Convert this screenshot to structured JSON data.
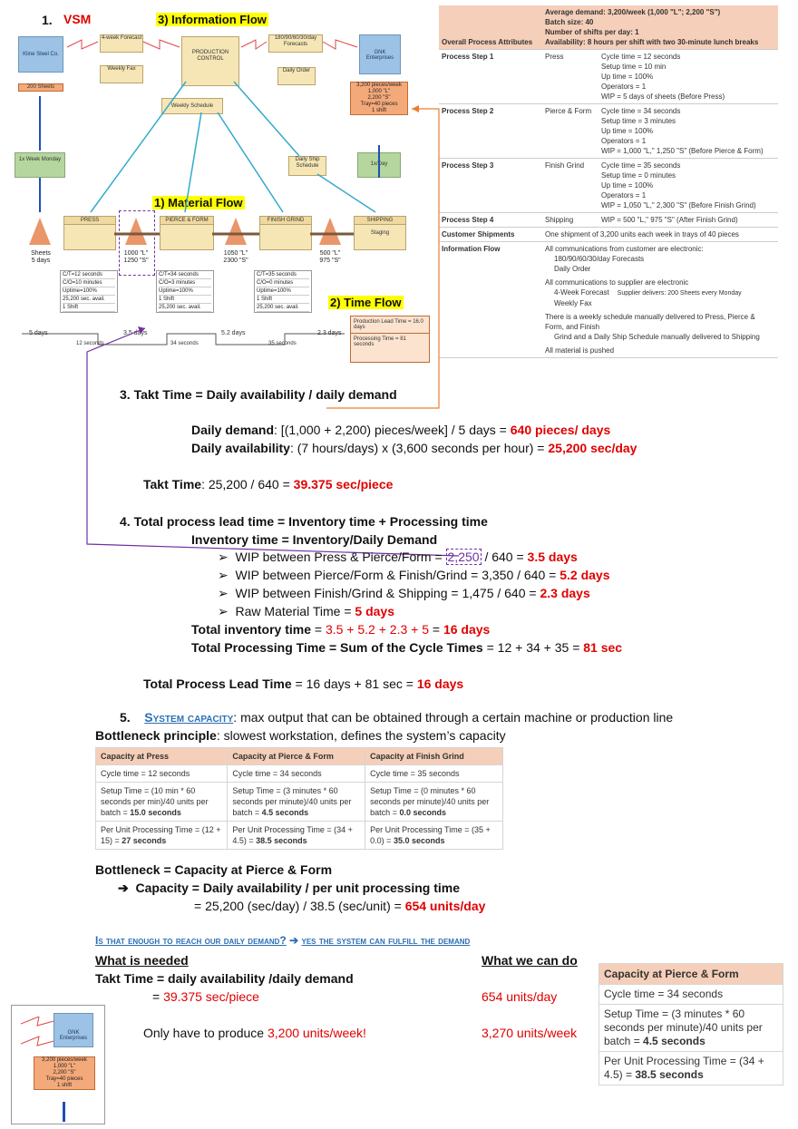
{
  "vsm": {
    "num1": "1.",
    "vsm_label": "VSM",
    "info_flow": "3)    Information Flow",
    "material_flow": "1)    Material Flow",
    "time_flow": "2)    Time Flow",
    "supplier": "Kline Steel Co.",
    "customer": "GNK Enterprises",
    "forecast4": "4-week Forecast",
    "weekly_fax": "Weekly Fax",
    "prod_control": "PRODUCTION CONTROL",
    "forecast180": "180/90/60/30/day Forecasts",
    "daily_order": "Daily Order",
    "weekly_schedule": "Weekly Schedule",
    "daily_ship": "Daily Ship Schedule",
    "sheets200": "200 Sheets",
    "truck1": "1x Week Monday",
    "truck2": "1x/Day",
    "customer_box": [
      "3,200 pieces/week",
      "1,000 \"L\"",
      "2,200 \"S\"",
      "Tray=40 pieces",
      "1 shift"
    ],
    "procs": [
      "PRESS",
      "PIERCE & FORM",
      "FINISH GRIND",
      "SHIPPING"
    ],
    "staging": "Staging",
    "inv": [
      "Sheets\n5 days",
      "1000 \"L\"\n1250 \"S\"",
      "1050 \"L\"\n2300 \"S\"",
      "500 \"L\"\n975 \"S\""
    ],
    "data1": [
      "C/T=12 seconds",
      "C/O=10 minutes",
      "Uptime=100%",
      "25,200 sec. avail.",
      "1 Shift"
    ],
    "data2": [
      "C/T=34 seconds",
      "C/O=3 minutes",
      "Uptime=100%",
      "1 Shift",
      "25,200 sec. avail."
    ],
    "data3": [
      "C/T=35 seconds",
      "C/O=0 minutes",
      "Uptime=100%",
      "1 Shift",
      "25,200 sec. avail."
    ],
    "timeline_days": [
      "5 days",
      "3.5 days",
      "5.2 days",
      "2.3 days"
    ],
    "timeline_secs": [
      "12 seconds",
      "34 seconds",
      "35 seconds"
    ],
    "plt_label": "Production Lead Time",
    "plt_value": "= 16.0 days",
    "pt_label": "Processing Time",
    "pt_value": "= 81 seconds"
  },
  "attributes": {
    "header_label": "Overall Process Attributes",
    "header_lines": [
      "Average demand: 3,200/week (1,000 \"L\"; 2,200 \"S\")",
      "Batch size: 40",
      "Number of shifts per day: 1",
      "Availability: 8 hours per shift with two 30-minute lunch breaks"
    ],
    "steps": [
      {
        "name": "Process Step 1",
        "op": "Press",
        "lines": [
          "Cycle time  =  12 seconds",
          "Setup time  =  10 min",
          "Up time  =  100%",
          "Operators  =  1",
          "WIP  =  5 days of sheets (Before Press)"
        ]
      },
      {
        "name": "Process Step 2",
        "op": "Pierce & Form",
        "lines": [
          "Cycle time  =  34 seconds",
          "Setup time  =  3 minutes",
          "Up time  =  100%",
          "Operators  =  1",
          "WIP  =  1,000 \"L,\" 1,250 \"S\" (Before Pierce & Form)"
        ]
      },
      {
        "name": "Process Step 3",
        "op": "Finish Grind",
        "lines": [
          "Cycle time  =  35 seconds",
          "Setup time  =  0 minutes",
          "Up time  =  100%",
          "Operators  =  1",
          "WIP  =  1,050 \"L,\" 2,300 \"S\" (Before Finish Grind)"
        ]
      },
      {
        "name": "Process Step 4",
        "op": "Shipping",
        "lines": [
          "WIP  =  500 \"L,\" 975 \"S\" (After Finish Grind)"
        ]
      }
    ],
    "customer_label": "Customer Shipments",
    "customer_text": "One shipment of 3,200 units each week in trays of 40 pieces",
    "info_label": "Information Flow",
    "info_lines": [
      "All communications from customer are electronic:",
      "180/90/60/30/day Forecasts",
      "Daily Order",
      "All communications to supplier are electronic",
      "4-Week Forecast",
      "Supplier delivers: 200 Sheets every Monday",
      "Weekly Fax",
      "There is a weekly schedule manually delivered to Press, Pierce & Form, and Finish",
      "Grind and a Daily Ship Schedule manually delivered to Shipping",
      "All material is pushed"
    ]
  },
  "takt": {
    "heading": "3.    Takt Time = Daily availability / daily demand",
    "demand_label": "Daily demand",
    "demand_expr": ": [(1,000 + 2,200) pieces/week] / 5 days = ",
    "demand_val": "640 pieces/ days",
    "avail_label": "Daily availability",
    "avail_expr": ": (7 hours/days) x (3,600 seconds per hour) = ",
    "avail_val": "25,200 sec/day",
    "takt_label": "Takt Time",
    "takt_expr": ": 25,200 / 640 = ",
    "takt_val": "39.375 sec/piece"
  },
  "lead": {
    "heading": "4.    Total process lead time = Inventory time + Processing time",
    "inv_heading": "Inventory time = Inventory/Daily Demand",
    "b1_pre": "WIP between Press & Pierce/Form = ",
    "b1_num": "2,250",
    "b1_post": " / 640 = ",
    "b1_val": "3.5 days",
    "b2_pre": "WIP between Pierce/Form & Finish/Grind =  3,350 / 640 = ",
    "b2_val": "5.2 days",
    "b3_pre": "WIP between Finish/Grind & Shipping =  1,475 / 640 = ",
    "b3_val": "2.3 days",
    "b4_pre": "Raw Material Time = ",
    "b4_val": "5 days",
    "tinv_label": "Total inventory time",
    "tinv_eq": " = ",
    "tinv_expr": "3.5 + 5.2 + 2.3 + 5",
    "tinv_eq2": " = ",
    "tinv_val": "16 days",
    "tproc_label": "Total Processing Time = Sum of the Cycle Times",
    "tproc_expr": " = 12 + 34 + 35 = ",
    "tproc_val": "81 sec",
    "tplt_label": "Total Process Lead Time",
    "tplt_expr": " = 16 days + 81 sec = ",
    "tplt_val": "16 days"
  },
  "capacity": {
    "num": "5.",
    "title": "System capacity",
    "desc": ": max output that can be obtained through a certain machine or production line",
    "bp_label": "Bottleneck principle",
    "bp_desc": ": slowest workstation, defines the system’s capacity",
    "table_headers": [
      "Capacity at Press",
      "Capacity at Pierce & Form",
      "Capacity at Finish Grind"
    ],
    "row1": [
      "Cycle time  =  12 seconds",
      "Cycle time  =  34 seconds",
      "Cycle time  =  35 seconds"
    ],
    "row2": [
      {
        "text": "Setup Time  =  (10 min * 60 seconds per min)/40 units per batch  =",
        "bold": "15.0 seconds"
      },
      {
        "text": "Setup Time  =  (3 minutes * 60 seconds per minute)/40 units per batch  =",
        "bold": "4.5 seconds"
      },
      {
        "text": "Setup Time  =  (0 minutes * 60 seconds per minute)/40 units per batch  =",
        "bold": "0.0 seconds"
      }
    ],
    "row3": [
      {
        "text": "Per Unit Processing Time  =  (12  +  15)  =",
        "bold": "27 seconds"
      },
      {
        "text": "Per Unit Processing Time  =  (34  +  4.5)  =",
        "bold": "38.5 seconds"
      },
      {
        "text": "Per Unit Processing Time  =  (35  +  0.0)  =",
        "bold": "35.0 seconds"
      }
    ],
    "bottleneck": "Bottleneck = Capacity at Pierce & Form",
    "arrow": "➔",
    "formula": "Capacity = Daily availability / per unit processing time",
    "calc_pre": "= 25,200 (sec/day) / 38.5 (sec/unit) = ",
    "calc_val": "654 units/day"
  },
  "conclusion": {
    "question": "Is that enough to reach our daily demand?",
    "arrow": "➔",
    "answer": "yes the system can fulfill the demand",
    "needed": "What is needed",
    "can_do": "What we can do",
    "takt_line": "Takt Time = daily availability /daily demand",
    "takt_eq": "= ",
    "takt_val": "39.375 sec/piece",
    "units_day": "654 units/day",
    "produce_pre": "Only have to produce ",
    "produce_val": "3,200 units/week!",
    "units_week": "3,270 units/week",
    "mini_header": "Capacity at Pierce & Form",
    "mini_r1": "Cycle time  =  34 seconds",
    "mini_r2": "Setup Time  =  (3 minutes * 60 seconds per minute)/40 units per batch  =",
    "mini_r2b": "4.5 seconds",
    "mini_r3": "Per Unit Processing Time  =  (34  +  4.5)  =",
    "mini_r3b": "38.5 seconds"
  },
  "colors": {
    "red": "#e00000",
    "highlight": "#ffff00",
    "orange": "#f4a97a",
    "link": "#2a6fb5",
    "arrow_purple": "#7030a0",
    "arrow_orange": "#ed7d31"
  }
}
